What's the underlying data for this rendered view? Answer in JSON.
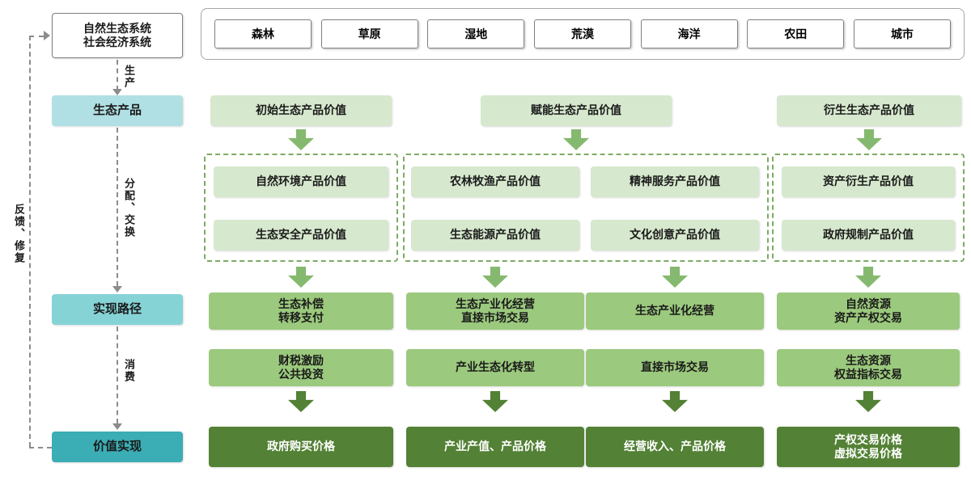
{
  "colors": {
    "light_green": "#d6e8cd",
    "mid_green": "#9bc97d",
    "dark_green": "#538135",
    "cyan_light": "#b0e0e4",
    "cyan_mid": "#86d3d6",
    "teal": "#3badb4",
    "arrow_green": "#85b96f",
    "dashed_group_border": "#7cab63",
    "connector_gray": "#8c8c8c"
  },
  "left_flow": {
    "system_box": "自然生态系统\n社会经济系统",
    "stages": [
      {
        "label": "生态产品"
      },
      {
        "label": "实现路径"
      },
      {
        "label": "价值实现"
      }
    ],
    "edge_labels": {
      "production": "生产",
      "distribution_exchange": "分配、交换",
      "consumption": "消费",
      "feedback_repair": "反馈、修复"
    }
  },
  "ecosystems": [
    "森林",
    "草原",
    "湿地",
    "荒漠",
    "海洋",
    "农田",
    "城市"
  ],
  "value_headers": [
    "初始生态产品价值",
    "赋能生态产品价值",
    "衍生生态产品价值"
  ],
  "value_groups": {
    "initial": [
      "自然环境产品价值",
      "生态安全产品价值"
    ],
    "empowered_a": [
      "农林牧渔产品价值",
      "生态能源产品价值"
    ],
    "empowered_b": [
      "精神服务产品价值",
      "文化创意产品价值"
    ],
    "derived": [
      "资产衍生产品价值",
      "政府规制产品价值"
    ]
  },
  "realization_paths": {
    "row1": [
      "生态补偿\n转移支付",
      "生态产业化经营\n直接市场交易",
      "生态产业化经营",
      "自然资源\n资产产权交易"
    ],
    "row2": [
      "财税激励\n公共投资",
      "产业生态化转型",
      "直接市场交易",
      "生态资源\n权益指标交易"
    ]
  },
  "value_outcomes": [
    "政府购买价格",
    "产业产值、产品价格",
    "经营收入、产品价格",
    "产权交易价格\n虚拟交易价格"
  ]
}
